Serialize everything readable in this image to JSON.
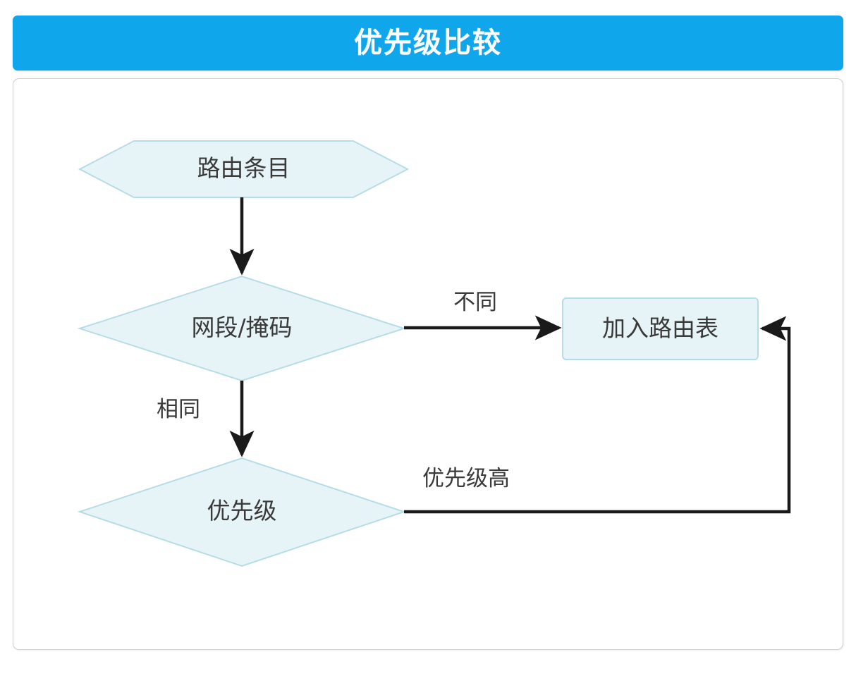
{
  "header": {
    "title": "优先级比较",
    "background_color": "#0fa6ec",
    "text_color": "#ffffff"
  },
  "panel": {
    "border_color": "#cfcfcf",
    "background_color": "#ffffff"
  },
  "diagram": {
    "type": "flowchart",
    "node_fill_color": "#e7f4f7",
    "node_stroke_color": "#b6dde6",
    "connector_color": "#1a1a1a",
    "nodes": [
      {
        "id": "route-entry",
        "shape": "hexagon",
        "label": "路由条目"
      },
      {
        "id": "network-mask",
        "shape": "diamond",
        "label": "网段/掩码"
      },
      {
        "id": "add-route",
        "shape": "rectangle",
        "label": "加入路由表"
      },
      {
        "id": "priority",
        "shape": "diamond",
        "label": "优先级"
      }
    ],
    "edges": [
      {
        "from": "route-entry",
        "to": "network-mask",
        "label": ""
      },
      {
        "from": "network-mask",
        "to": "add-route",
        "label": "不同"
      },
      {
        "from": "network-mask",
        "to": "priority",
        "label": "相同"
      },
      {
        "from": "priority",
        "to": "add-route",
        "label": "优先级高"
      }
    ]
  }
}
